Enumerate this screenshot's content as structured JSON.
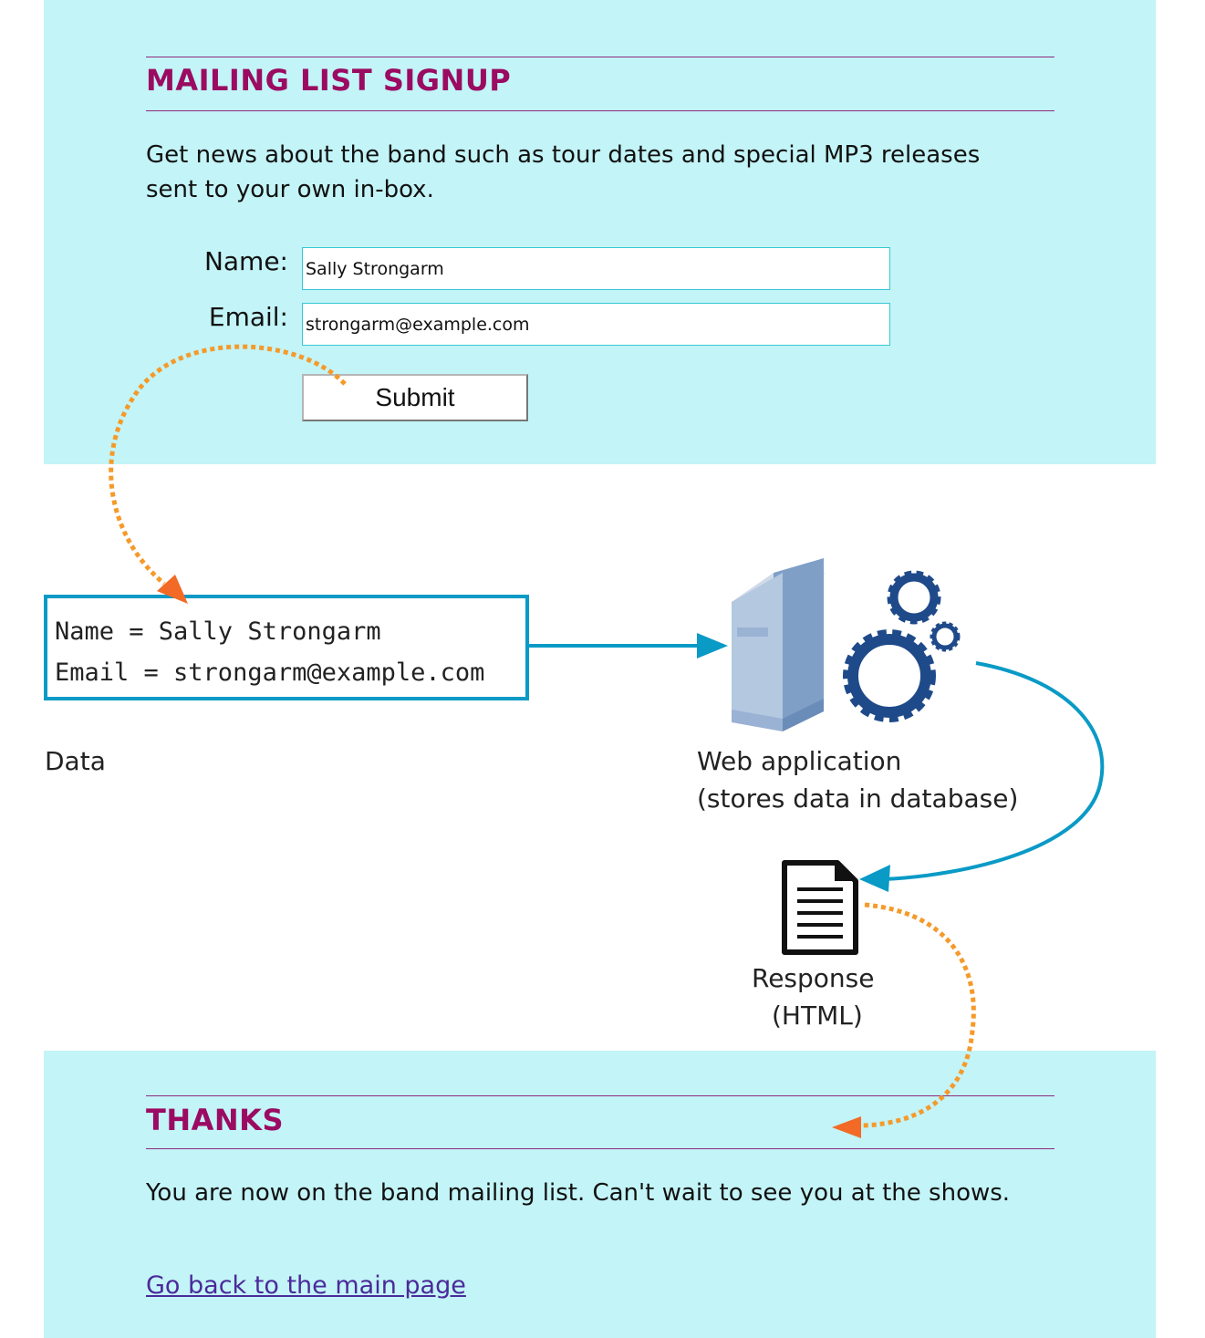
{
  "signup_page": {
    "heading": "MAILING LIST SIGNUP",
    "intro": "Get news about the band such as tour dates and special MP3 releases sent to your own in-box.",
    "form": {
      "name_label": "Name:",
      "name_value": "Sally Strongarm",
      "email_label": "Email:",
      "email_value": "strongarm@example.com",
      "submit_label": "Submit"
    }
  },
  "diagram": {
    "data_box": {
      "lines": [
        "Name = Sally Strongarm",
        "Email = strongarm@example.com"
      ]
    },
    "data_caption": "Data",
    "server_caption": [
      "Web application",
      "(stores data in database)"
    ],
    "response_caption": [
      "Response",
      "(HTML)"
    ],
    "colors": {
      "panel_bg": "#c3f4f7",
      "heading": "#9b0b62",
      "rule": "#8e2a7e",
      "blue_arrow": "#0a9ac6",
      "orange_dots": "#f59a2a",
      "orange_head": "#f26a25",
      "gear": "#1f4a8a",
      "server_front": "#b4c8e0",
      "server_side": "#7f9fc6",
      "link": "#4b2a9a"
    }
  },
  "thanks_page": {
    "heading": "THANKS",
    "message": "You are now on the band mailing list. Can't wait to see you at the shows.",
    "link_label": "Go back to the main page"
  }
}
